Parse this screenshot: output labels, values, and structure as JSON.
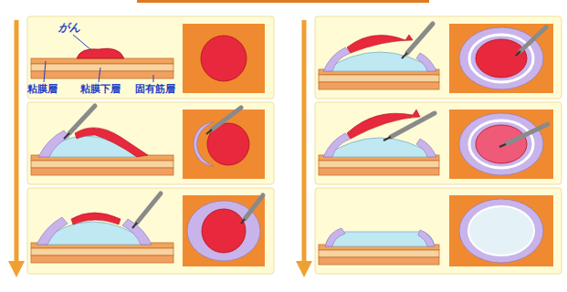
{
  "diagram": {
    "labels": [
      "がん",
      "粘膜層",
      "粘膜下層",
      "固有筋層"
    ]
  }
}
